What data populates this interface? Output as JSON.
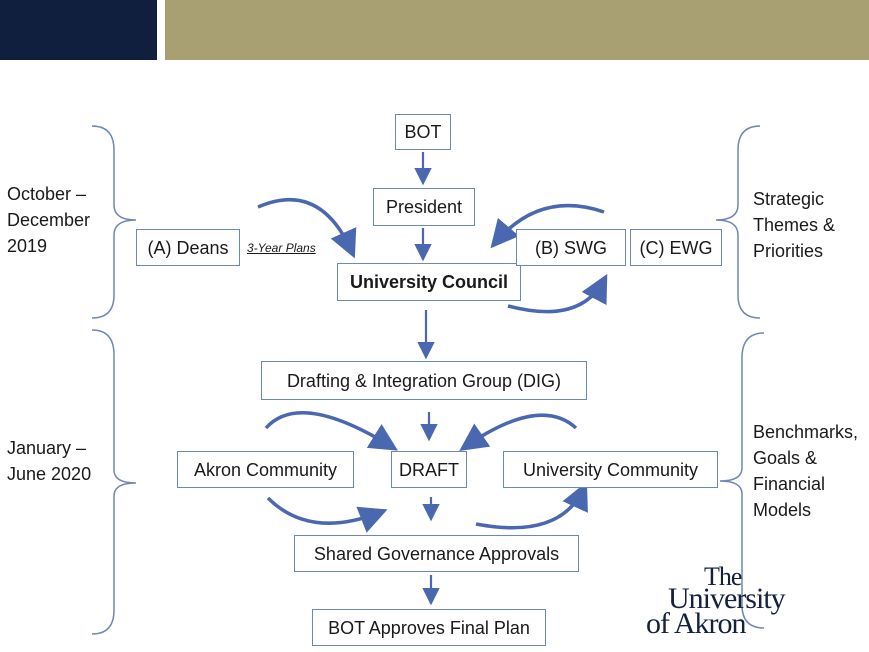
{
  "header": {
    "navy_color": "#0f1f3d",
    "gold_color": "#a89f73"
  },
  "left_labels": {
    "phase1": [
      "October –",
      "December",
      "2019"
    ],
    "phase2": [
      "January –",
      "June 2020"
    ]
  },
  "right_labels": {
    "phase1": [
      "Strategic",
      "Themes &",
      "Priorities"
    ],
    "phase2": [
      "Benchmarks,",
      "Goals &",
      "Financial",
      "Models"
    ]
  },
  "boxes": {
    "bot": "BOT",
    "president": "President",
    "deans": "(A) Deans",
    "three_year_plans": "3-Year Plans",
    "university_council": "University Council",
    "swg": "(B) SWG",
    "ewg": "(C) EWG",
    "dig": "Drafting & Integration Group (DIG)",
    "akron_community": "Akron Community",
    "draft": "DRAFT",
    "university_community": "University Community",
    "shared_governance": "Shared Governance Approvals",
    "bot_final": "BOT Approves Final Plan"
  },
  "logo": {
    "line1": "The",
    "line2": "University",
    "line3": "of Akron"
  },
  "colors": {
    "arrow": "#4a68b0",
    "box_border": "#6f86b8",
    "brace": "#6f86b8"
  }
}
